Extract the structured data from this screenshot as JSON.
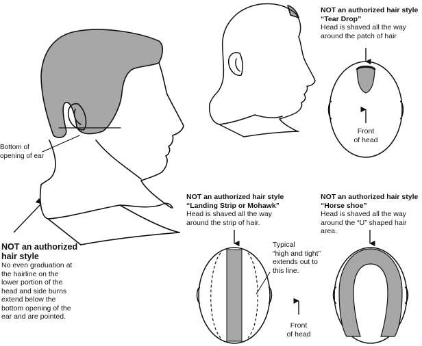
{
  "colors": {
    "hair": "#a7a7a7",
    "line": "#111111",
    "background": "#ffffff"
  },
  "bottom_label": [
    "Bottom of",
    "opening of ear"
  ],
  "main_note": {
    "title": [
      "NOT an authorized",
      "hair style"
    ],
    "body": [
      "No even graduation at",
      "the hairline on the",
      "lower portion of the",
      "head and side burns",
      "extend below the",
      "bottom opening of the",
      "ear and are pointed."
    ]
  },
  "teardrop": {
    "line1": "NOT an authorized hair style",
    "line2": "“Tear Drop”",
    "body": [
      "Head is shaved all the way",
      "around the patch of hair"
    ],
    "front": [
      "Front",
      "of head"
    ]
  },
  "mohawk": {
    "line1": "NOT an authorized hair style",
    "line2": "“Landing Strip or Mohawk”",
    "body": [
      "Head is shaved all the way",
      "around the strip of hair."
    ],
    "note": [
      "Typical",
      "“high and tight”",
      "extends out to",
      "this line."
    ],
    "front": [
      "Front",
      "of head"
    ]
  },
  "horseshoe": {
    "line1": "NOT an authorized hair style",
    "line2": "“Horse shoe”",
    "body": [
      "Head is shaved all the way",
      "around the “U” shaped hair",
      "area."
    ]
  }
}
